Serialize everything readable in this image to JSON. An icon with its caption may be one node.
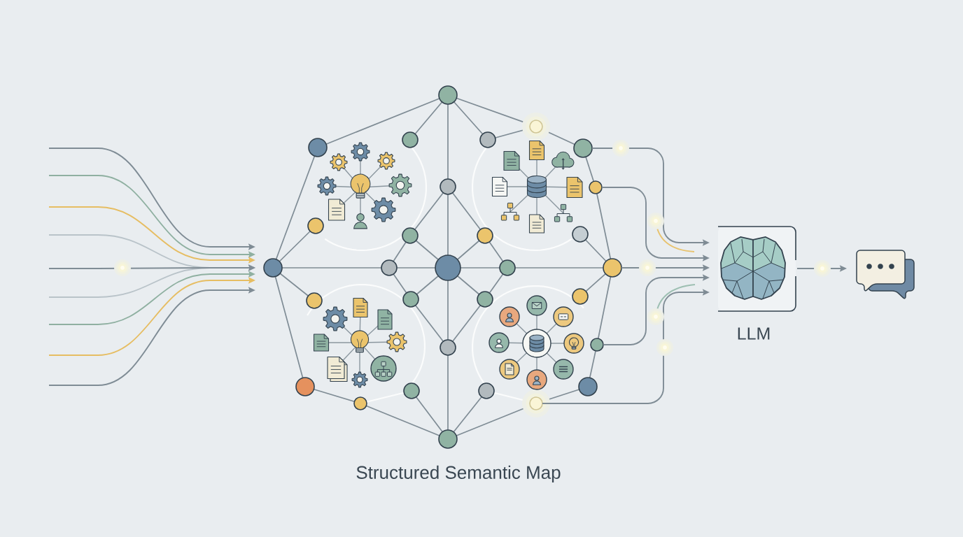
{
  "diagram": {
    "nodes": [
      {
        "text": [
          "Structured Semantic Map"
        ]
      },
      {
        "text": [
          "LLM"
        ]
      },
      {
        "text": [],
        "shape": "picture"
      }
    ],
    "edges": [
      {
        "from": null,
        "to": 0,
        "arrow": "to"
      },
      {
        "from": null,
        "to": 0,
        "arrow": "to",
        "color": "#8fb0a1"
      },
      {
        "from": null,
        "to": 0,
        "arrow": "to",
        "color": "#e6bd62"
      },
      {
        "from": null,
        "to": 0,
        "arrow": "to",
        "color": "#b9c3c9"
      },
      {
        "from": null,
        "to": 0,
        "arrow": "to"
      },
      {
        "from": null,
        "to": 0,
        "arrow": "to",
        "color": "#b9c3c9"
      },
      {
        "from": null,
        "to": 0,
        "arrow": "to",
        "color": "#8fb0a1"
      },
      {
        "from": null,
        "to": 0,
        "arrow": "to",
        "color": "#e6bd62"
      },
      {
        "from": null,
        "to": 0,
        "arrow": "to"
      },
      {
        "from": 0,
        "to": 1,
        "arrow": "to"
      },
      {
        "from": 0,
        "to": 1,
        "arrow": "to"
      },
      {
        "from": 0,
        "to": 1,
        "arrow": "to"
      },
      {
        "from": 0,
        "to": 1,
        "arrow": "to"
      },
      {
        "from": 0,
        "to": 1,
        "arrow": "to"
      },
      {
        "from": 1,
        "to": 2,
        "arrow": "to"
      }
    ]
  }
}
